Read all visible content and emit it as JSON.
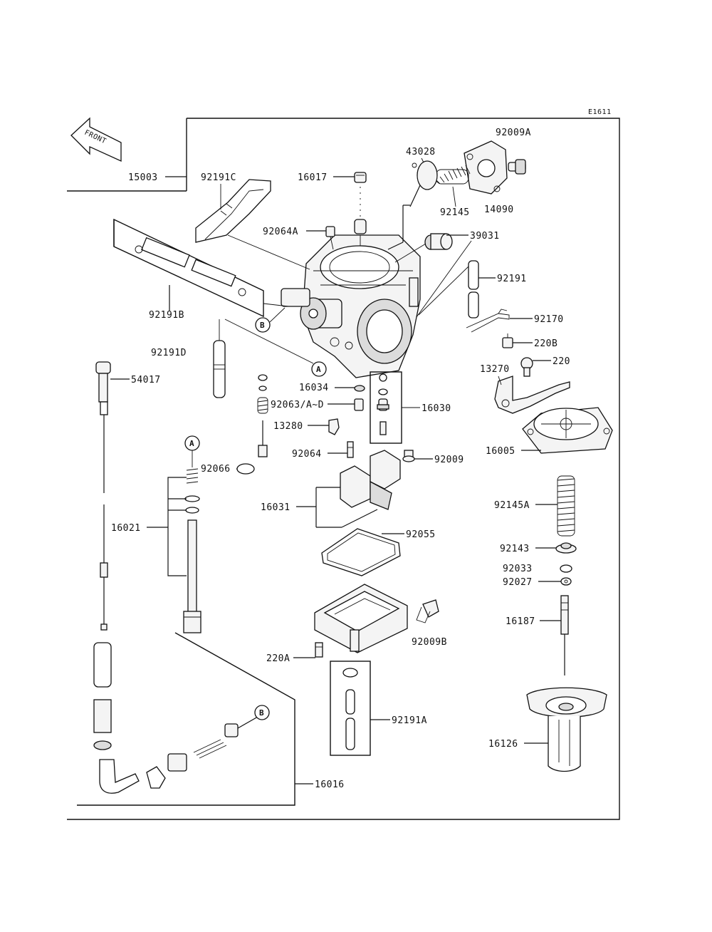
{
  "diagram_code": "E1611",
  "front_label": "FRONT",
  "callouts": {
    "A": "A",
    "B": "B"
  },
  "part_labels": {
    "p15003": "15003",
    "p92191C": "92191C",
    "p16017": "16017",
    "p43028": "43028",
    "p92009A": "92009A",
    "p92145": "92145",
    "p14090": "14090",
    "p92064A": "92064A",
    "p39031": "39031",
    "p92191": "92191",
    "p92191B": "92191B",
    "p92170": "92170",
    "p220B": "220B",
    "p92191D": "92191D",
    "p220": "220",
    "p13270": "13270",
    "p54017": "54017",
    "p16034": "16034",
    "p92063": "92063/A~D",
    "p16030": "16030",
    "p13280": "13280",
    "p92064": "92064",
    "p92009": "92009",
    "p16005": "16005",
    "p92066": "92066",
    "p16031": "16031",
    "p92145A": "92145A",
    "p16021": "16021",
    "p92055": "92055",
    "p92143": "92143",
    "p92033": "92033",
    "p92027": "92027",
    "p16187": "16187",
    "p220A": "220A",
    "p92009B": "92009B",
    "p92191A": "92191A",
    "p16126": "16126",
    "p16016": "16016"
  }
}
